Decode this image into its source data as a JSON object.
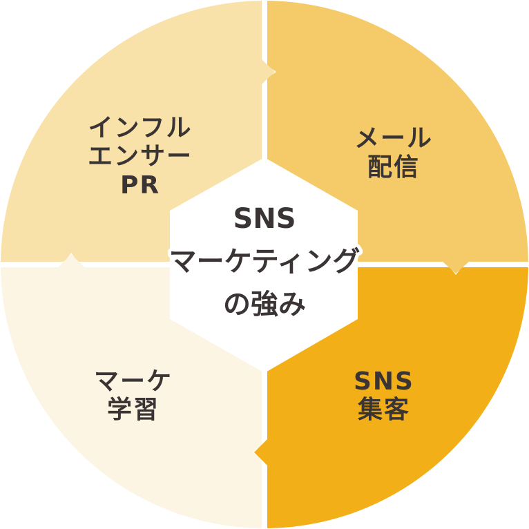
{
  "colors": {
    "q_top_left": "#F9E2AA",
    "q_top_right": "#F5CB6A",
    "q_bottom_right": "#F3AF18",
    "q_bottom_left": "#FDF5E4",
    "center": "#FFFFFF",
    "text": "#3A3534"
  },
  "center": {
    "lines": [
      "SNS",
      "マーケティング",
      "の強み"
    ]
  },
  "segments": [
    {
      "lines": [
        "インフル",
        "エンサー",
        "PR"
      ]
    },
    {
      "lines": [
        "メール",
        "配信"
      ]
    },
    {
      "lines": [
        "SNS",
        "集客"
      ]
    },
    {
      "lines": [
        "マーケ",
        "学習"
      ]
    }
  ]
}
